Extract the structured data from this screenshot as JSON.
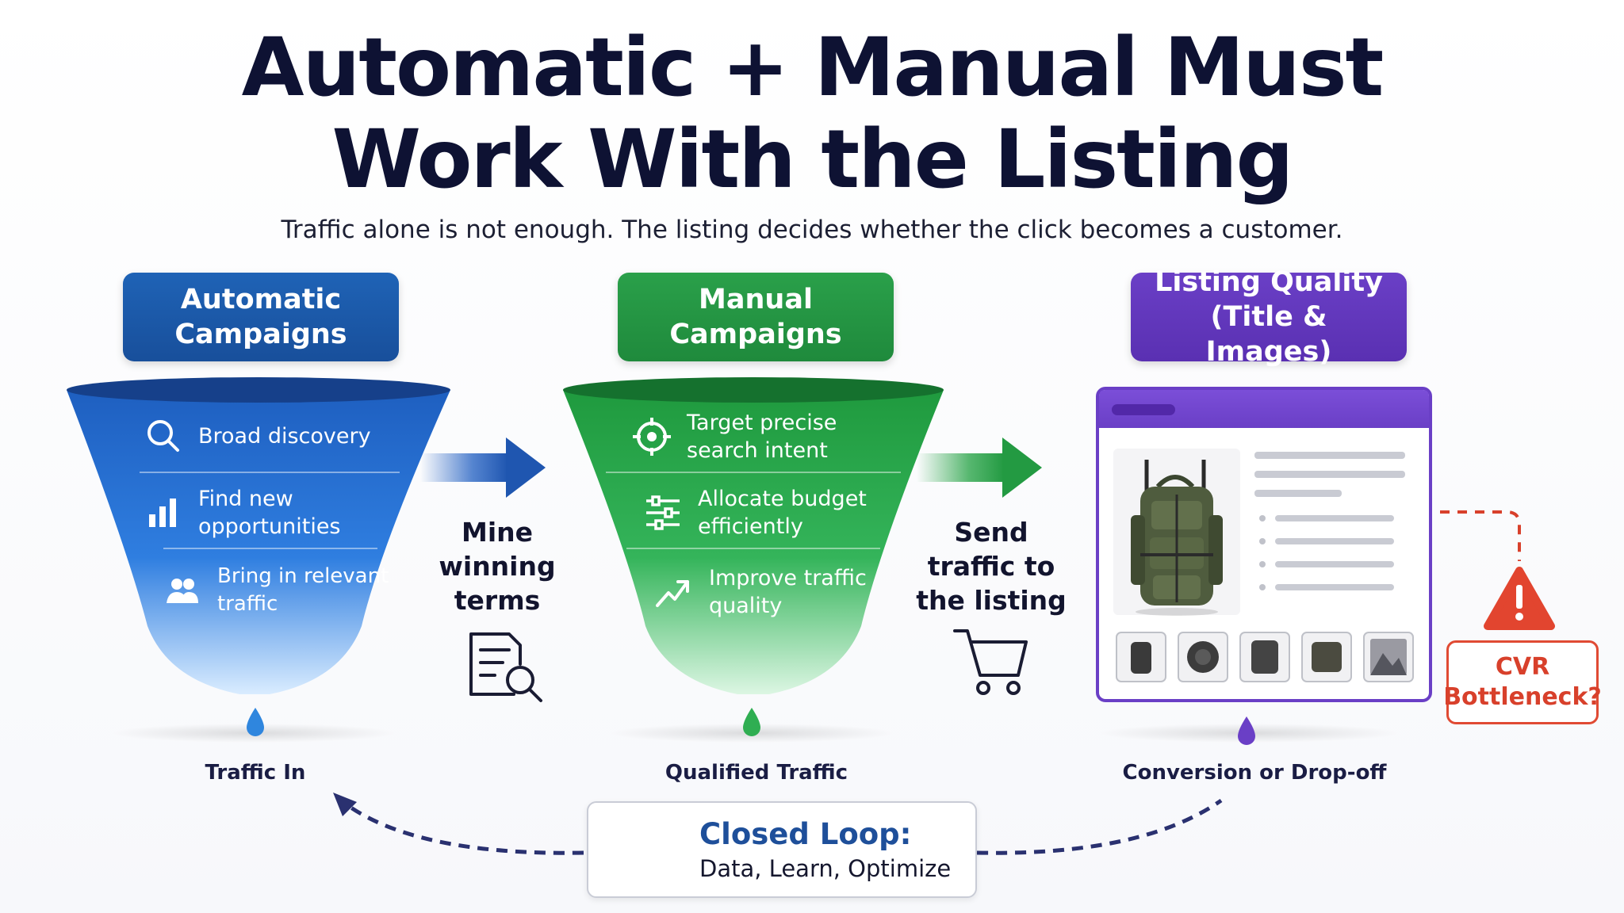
{
  "title": {
    "line1": "Automatic + Manual Must",
    "line2": "Work With the Listing"
  },
  "subtitle": "Traffic alone is not enough. The listing decides whether the click becomes a customer.",
  "columns": {
    "automatic": {
      "header": [
        "Automatic",
        "Campaigns"
      ],
      "color": "#1f63b6",
      "items": [
        {
          "icon": "search-icon",
          "text": [
            "Broad discovery"
          ]
        },
        {
          "icon": "bar-chart-icon",
          "text": [
            "Find new",
            "opportunities"
          ]
        },
        {
          "icon": "users-icon",
          "text": [
            "Bring in relevant",
            "traffic"
          ]
        }
      ],
      "bottom_label": "Traffic In"
    },
    "manual": {
      "header": [
        "Manual",
        "Campaigns"
      ],
      "color": "#2aa04a",
      "items": [
        {
          "icon": "target-icon",
          "text": [
            "Target precise",
            "search intent"
          ]
        },
        {
          "icon": "sliders-icon",
          "text": [
            "Allocate budget",
            "efficiently"
          ]
        },
        {
          "icon": "trend-up-icon",
          "text": [
            "Improve traffic",
            "quality"
          ]
        }
      ],
      "bottom_label": "Qualified Traffic"
    },
    "listing": {
      "header": [
        "Listing Quality",
        "(Title & Images)"
      ],
      "color": "#6a3fc6",
      "bottom_label": "Conversion or Drop-off"
    }
  },
  "connectors": {
    "mine": [
      "Mine",
      "winning",
      "terms"
    ],
    "send": [
      "Send",
      "traffic to",
      "the listing"
    ]
  },
  "cvr": [
    "CVR",
    "Bottleneck?"
  ],
  "loop": {
    "title": "Closed Loop:",
    "subtitle": "Data, Learn, Optimize"
  }
}
